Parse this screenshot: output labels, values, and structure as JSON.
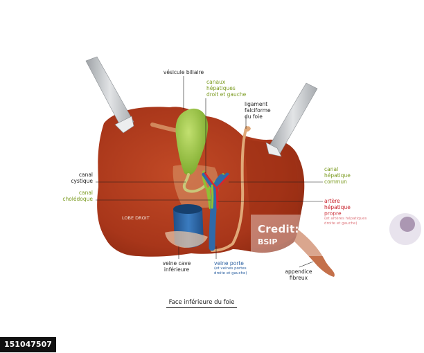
{
  "colors": {
    "liver": "#b23a1c",
    "liver_dark": "#8a2810",
    "gallbladder": "#8fc035",
    "vein_blue": "#2f6aa8",
    "artery_red": "#d8262c",
    "label_black": "#222222",
    "label_green": "#7a9a1e",
    "label_red": "#c8202a",
    "label_blue": "#2a5fa0",
    "retractor": "#b8bcc0"
  },
  "labels": {
    "gallbladder": {
      "lines": [
        "vésicule biliaire"
      ]
    },
    "hepatic_ducts": {
      "lines": [
        "canaux",
        "hépatiques",
        "droit et gauche"
      ]
    },
    "falciform_ligament": {
      "lines": [
        "ligament",
        "falciforme",
        "du foie"
      ]
    },
    "cystic_duct": {
      "lines": [
        "canal",
        "cystique"
      ]
    },
    "common_bile_duct": {
      "lines": [
        "canal",
        "cholédoque"
      ]
    },
    "common_hepatic_duct": {
      "lines": [
        "canal",
        "hépatique",
        "commun"
      ]
    },
    "hepatic_artery": {
      "lines": [
        "artère",
        "hépatique",
        "propre"
      ],
      "note_lines": [
        "(et artères hépatiques",
        "droite et gauche)"
      ]
    },
    "right_lobe": {
      "text": "LOBE DROIT"
    },
    "inferior_vena_cava": {
      "lines": [
        "veine cave",
        "inférieure"
      ]
    },
    "portal_vein": {
      "lines": [
        "veine porte"
      ],
      "note_lines": [
        "(et veines portes",
        "droite et gauche)"
      ]
    },
    "fibrous_appendix": {
      "lines": [
        "appendice",
        "fibreux"
      ]
    }
  },
  "caption": "Face inférieure du foie",
  "watermark": {
    "credit": "Credit:",
    "agency": "BSIP"
  },
  "image_id": "151047507"
}
